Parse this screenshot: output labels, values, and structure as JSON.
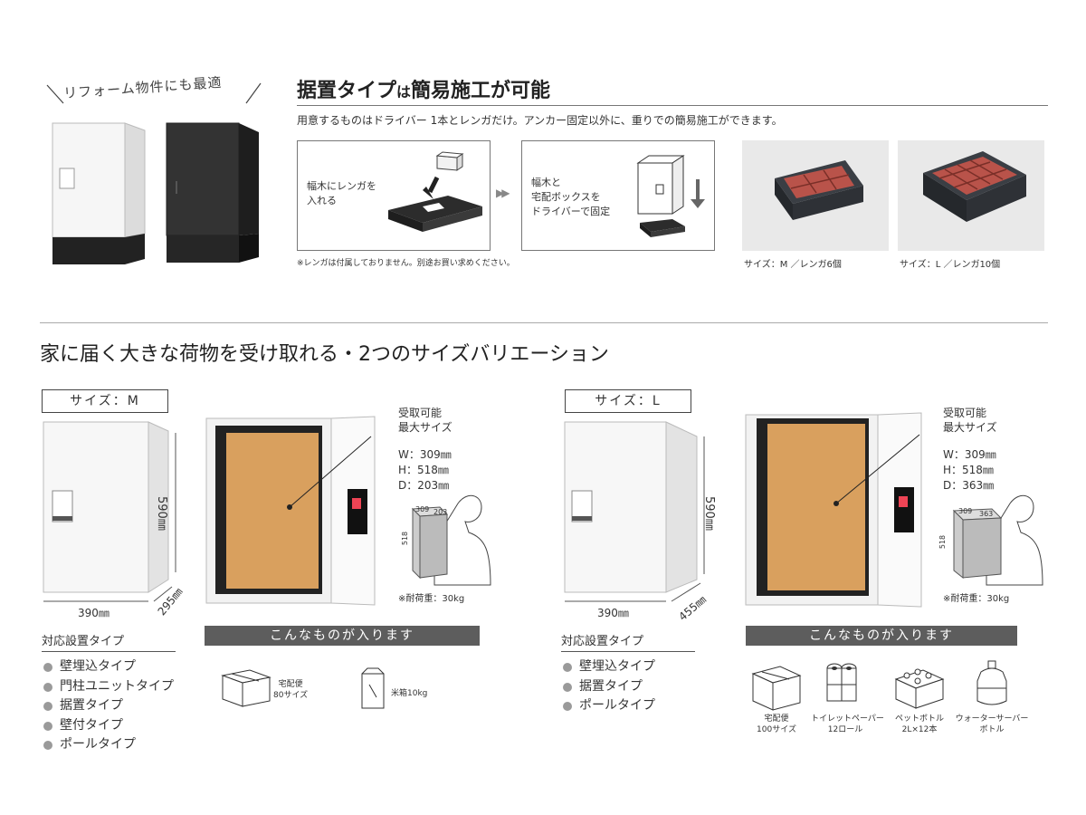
{
  "top": {
    "reform_label": "リフォーム物件にも最適",
    "heading_part1": "据置タイプ",
    "heading_part2": "は",
    "heading_part3": "簡易施工が可能",
    "description": "用意するものはドライバー 1本とレンガだけ。アンカー固定以外に、重りでの簡易施工ができます。",
    "step1_label": "幅木にレンガを\n入れる",
    "step2_label": "幅木と\n宅配ボックスを\nドライバーで固定",
    "arrow": "▶▶",
    "note": "※レンガは付属しておりません。別途お買い求めください。",
    "photo_m_caption": "サイズ：M ／レンガ6個",
    "photo_l_caption": "サイズ：L ／レンガ10個"
  },
  "section2": {
    "title": "家に届く大きな荷物を受け取れる・2つのサイズバリエーション"
  },
  "size_m": {
    "badge": "サイズ：M",
    "height": "590㎜",
    "width": "390㎜",
    "depth": "295㎜",
    "max_title": "受取可能\n最大サイズ",
    "w": "W：309㎜",
    "h": "H：518㎜",
    "d": "D：203㎜",
    "box_w": "309",
    "box_d": "203",
    "box_h": "518",
    "load": "※耐荷重：30kg",
    "install_title": "対応設置タイプ",
    "install_types": [
      "壁埋込タイプ",
      "門柱ユニットタイプ",
      "据置タイプ",
      "壁付タイプ",
      "ポールタイプ"
    ],
    "fits_bar": "こんなものが入ります",
    "items": [
      {
        "label": "宅配便\n80サイズ",
        "icon": "cardboard-box-icon"
      },
      {
        "label": "米箱10kg",
        "icon": "rice-bag-icon"
      }
    ]
  },
  "size_l": {
    "badge": "サイズ：L",
    "height": "590㎜",
    "width": "390㎜",
    "depth": "455㎜",
    "max_title": "受取可能\n最大サイズ",
    "w": "W：309㎜",
    "h": "H：518㎜",
    "d": "D：363㎜",
    "box_w": "309",
    "box_d": "363",
    "box_h": "518",
    "load": "※耐荷重：30kg",
    "install_title": "対応設置タイプ",
    "install_types": [
      "壁埋込タイプ",
      "据置タイプ",
      "ポールタイプ"
    ],
    "fits_bar": "こんなものが入ります",
    "items": [
      {
        "label": "宅配便\n100サイズ",
        "icon": "cardboard-box-icon"
      },
      {
        "label": "トイレットペーパー\n12ロール",
        "icon": "toilet-paper-icon"
      },
      {
        "label": "ペットボトル\n2L×12本",
        "icon": "pet-bottle-pack-icon"
      },
      {
        "label": "ウォーターサーバー\nボトル",
        "icon": "water-bottle-icon"
      }
    ]
  }
}
